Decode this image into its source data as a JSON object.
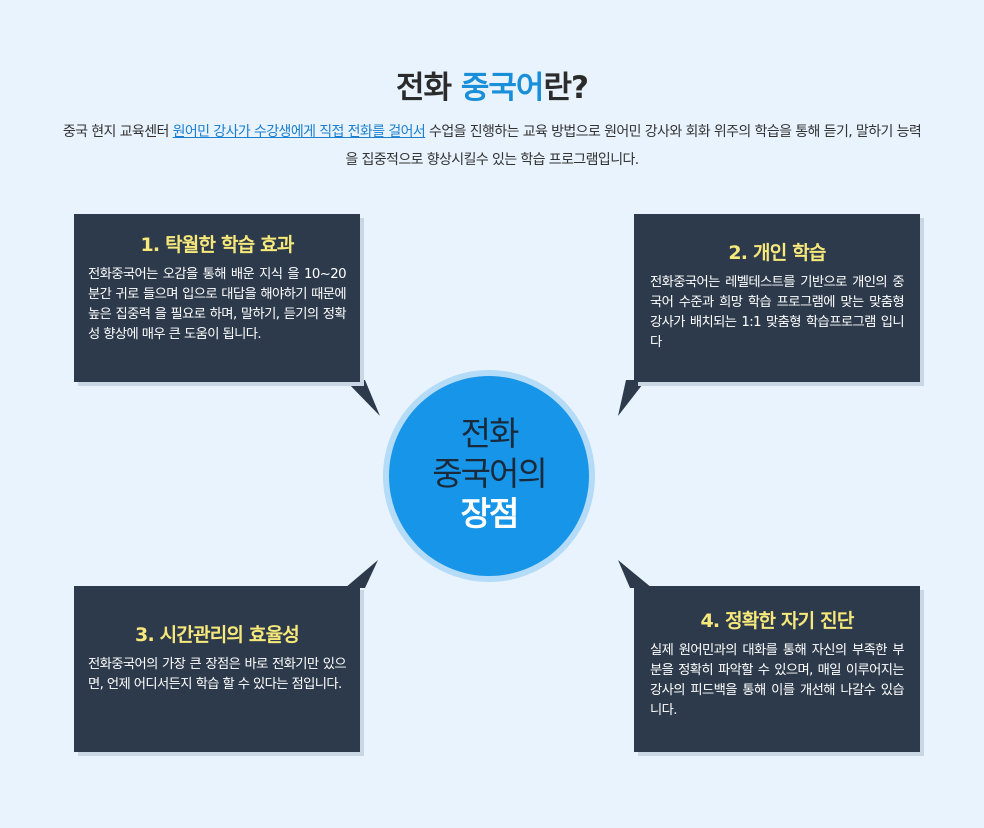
{
  "header": {
    "title_prefix": "전화 ",
    "title_accent": "중국어",
    "title_suffix": "란?",
    "intro_part1": "중국 현지 교육센터 ",
    "intro_highlight": "원어민 강사가 수강생에게 직접 전화를 걸어서",
    "intro_part2": " 수업을 진행하는 교육 방법으로 원어민 강사와 회화 위주의 학습을 통해 듣기, 말하기 능력을 집중적으로 향상시킬수 있는 학습 프로그램입니다."
  },
  "center": {
    "line1": "전화",
    "line2": "중국어의",
    "line3": "장점"
  },
  "boxes": [
    {
      "title": "1. 탁월한 학습 효과",
      "body": "전화중국어는 오감을 통해 배운 지식 을 10~20분간 귀로 들으며 입으로 대답을 해야하기 때문에 높은 집중력 을 필요로 하며, 말하기, 듣기의 정확성 향상에 매우 큰 도움이 됩니다."
    },
    {
      "title": "2. 개인 학습",
      "body": "전화중국어는 레벨테스트를 기반으로 개인의 중국어 수준과 희망 학습 프로그램에 맞는 맞춤형 강사가 배치되는 1:1 맞춤형 학습프로그램 입니다"
    },
    {
      "title": "3. 시간관리의 효율성",
      "body": "전화중국어의 가장 큰 장점은 바로 전화기만 있으면, 언제 어디서든지 학습 할 수 있다는 점입니다."
    },
    {
      "title": "4. 정확한 자기 진단",
      "body": "실제 원어민과의 대화를 통해 자신의 부족한 부분을 정확히 파악할 수 있으며, 매일 이루어지는 강사의 피드백을 통해 이를 개선해 나갈수 있습니다."
    }
  ],
  "colors": {
    "background": "#e8f3fd",
    "box": "#2d3a4b",
    "box_title": "#f6e87a",
    "accent": "#1a8fd9",
    "circle": "#1795e8"
  }
}
